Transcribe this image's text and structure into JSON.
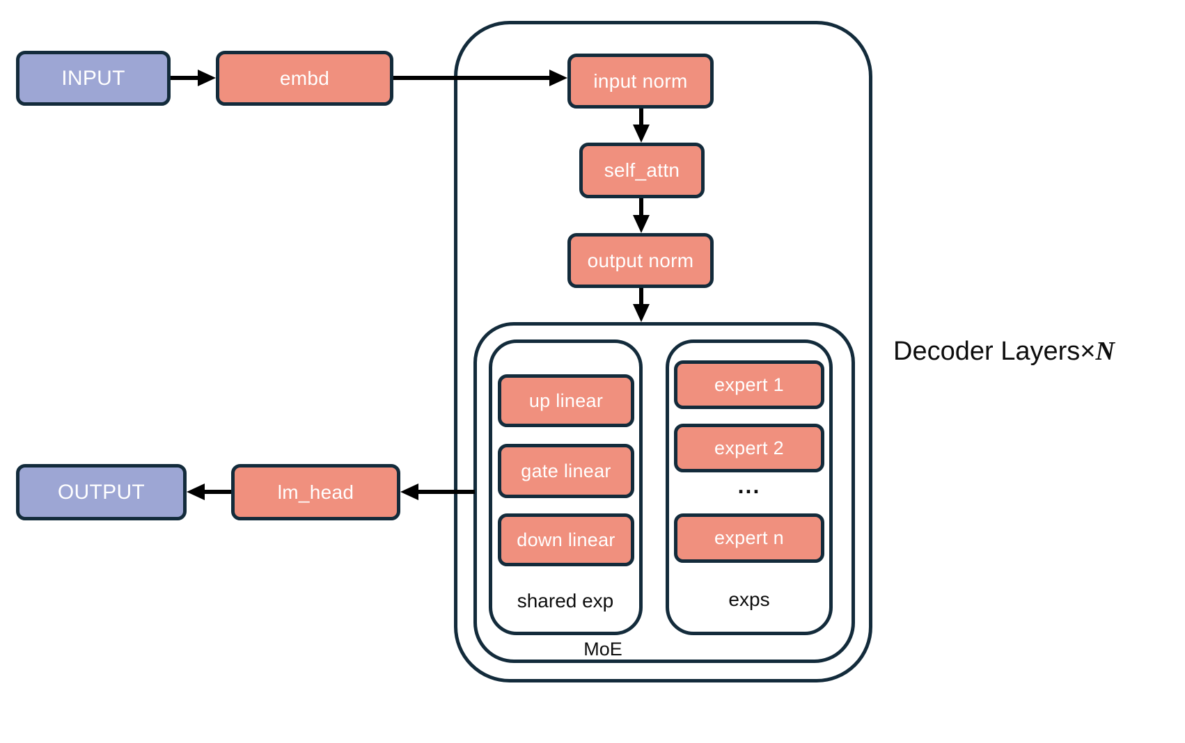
{
  "colors": {
    "node_fill": "#F0907E",
    "io_fill": "#9DA6D4",
    "outline": "#132B3B",
    "arrow": "#000000",
    "text_light": "#FFFFFF",
    "text_dark": "#0D0D0D"
  },
  "diagram": {
    "io": {
      "input": "INPUT",
      "output": "OUTPUT"
    },
    "nodes": {
      "embd": "embd",
      "input_norm": "input norm",
      "self_attn": "self_attn",
      "output_norm": "output norm",
      "lm_head": "lm_head",
      "up_linear": "up linear",
      "gate_linear": "gate linear",
      "down_linear": "down linear",
      "expert_1": "expert 1",
      "expert_2": "expert 2",
      "expert_ellipsis": "...",
      "expert_n": "expert n"
    },
    "groups": {
      "shared_exp_label": "shared exp",
      "exps_label": "exps",
      "moe_label": "MoE",
      "decoder_label_text": "Decoder Layers",
      "decoder_label_times": "×",
      "decoder_label_n": "N"
    }
  }
}
